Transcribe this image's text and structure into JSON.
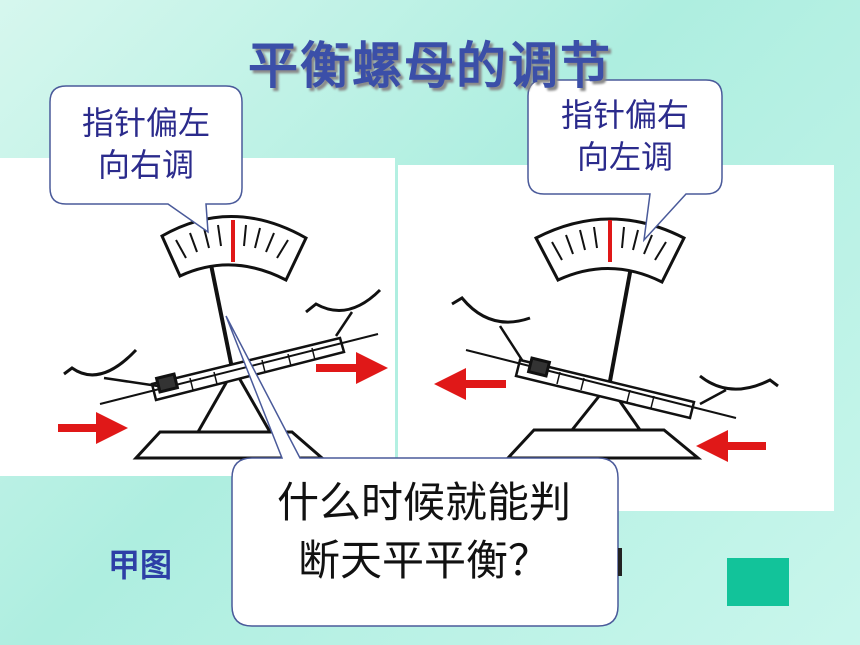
{
  "title": "平衡螺母的调节",
  "bubble_left": {
    "line1": "指针偏左",
    "line2": "向右调"
  },
  "bubble_right": {
    "line1": "指针偏右",
    "line2": "向左调"
  },
  "question": {
    "line1": "什么时候就能判",
    "line2": "断天平平衡？"
  },
  "figure_label": "甲图",
  "colors": {
    "title": "#3b4fa8",
    "bubble_text": "#2b2b8c",
    "arrow": "#e01818",
    "pointer": "#e01818",
    "next_button": "#12c39a",
    "bubble_border": "#4a5a9a"
  },
  "icons": {
    "next": "next-slide-square"
  }
}
